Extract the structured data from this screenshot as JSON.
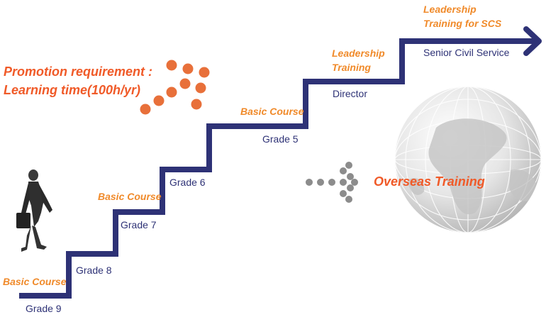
{
  "promotion": {
    "line1": "Promotion requirement :",
    "line2": "Learning time(100h/yr)"
  },
  "steps": [
    {
      "grade": "Grade 9",
      "course": "Basic Course"
    },
    {
      "grade": "Grade 8",
      "course": ""
    },
    {
      "grade": "Grade 7",
      "course": "Basic Course"
    },
    {
      "grade": "Grade 6",
      "course": ""
    },
    {
      "grade": "Grade 5",
      "course": "Basic Course"
    },
    {
      "grade": "Director",
      "course_line1": "Leadership",
      "course_line2": "Training"
    },
    {
      "grade": "Senior Civil Service",
      "course_line1": "Leadership",
      "course_line2": "Training for SCS"
    }
  ],
  "overseas": {
    "label": "Overseas Training"
  },
  "icons": {
    "person": "businessman-with-briefcase-icon",
    "globe": "globe-icon",
    "arrow": "right-arrow-icon"
  },
  "colors": {
    "stair": "#2e3276",
    "course_text": "#f08a2a",
    "accent": "#f05a28",
    "dots": "#e8703a",
    "gray_dots": "#8c8c8c"
  }
}
